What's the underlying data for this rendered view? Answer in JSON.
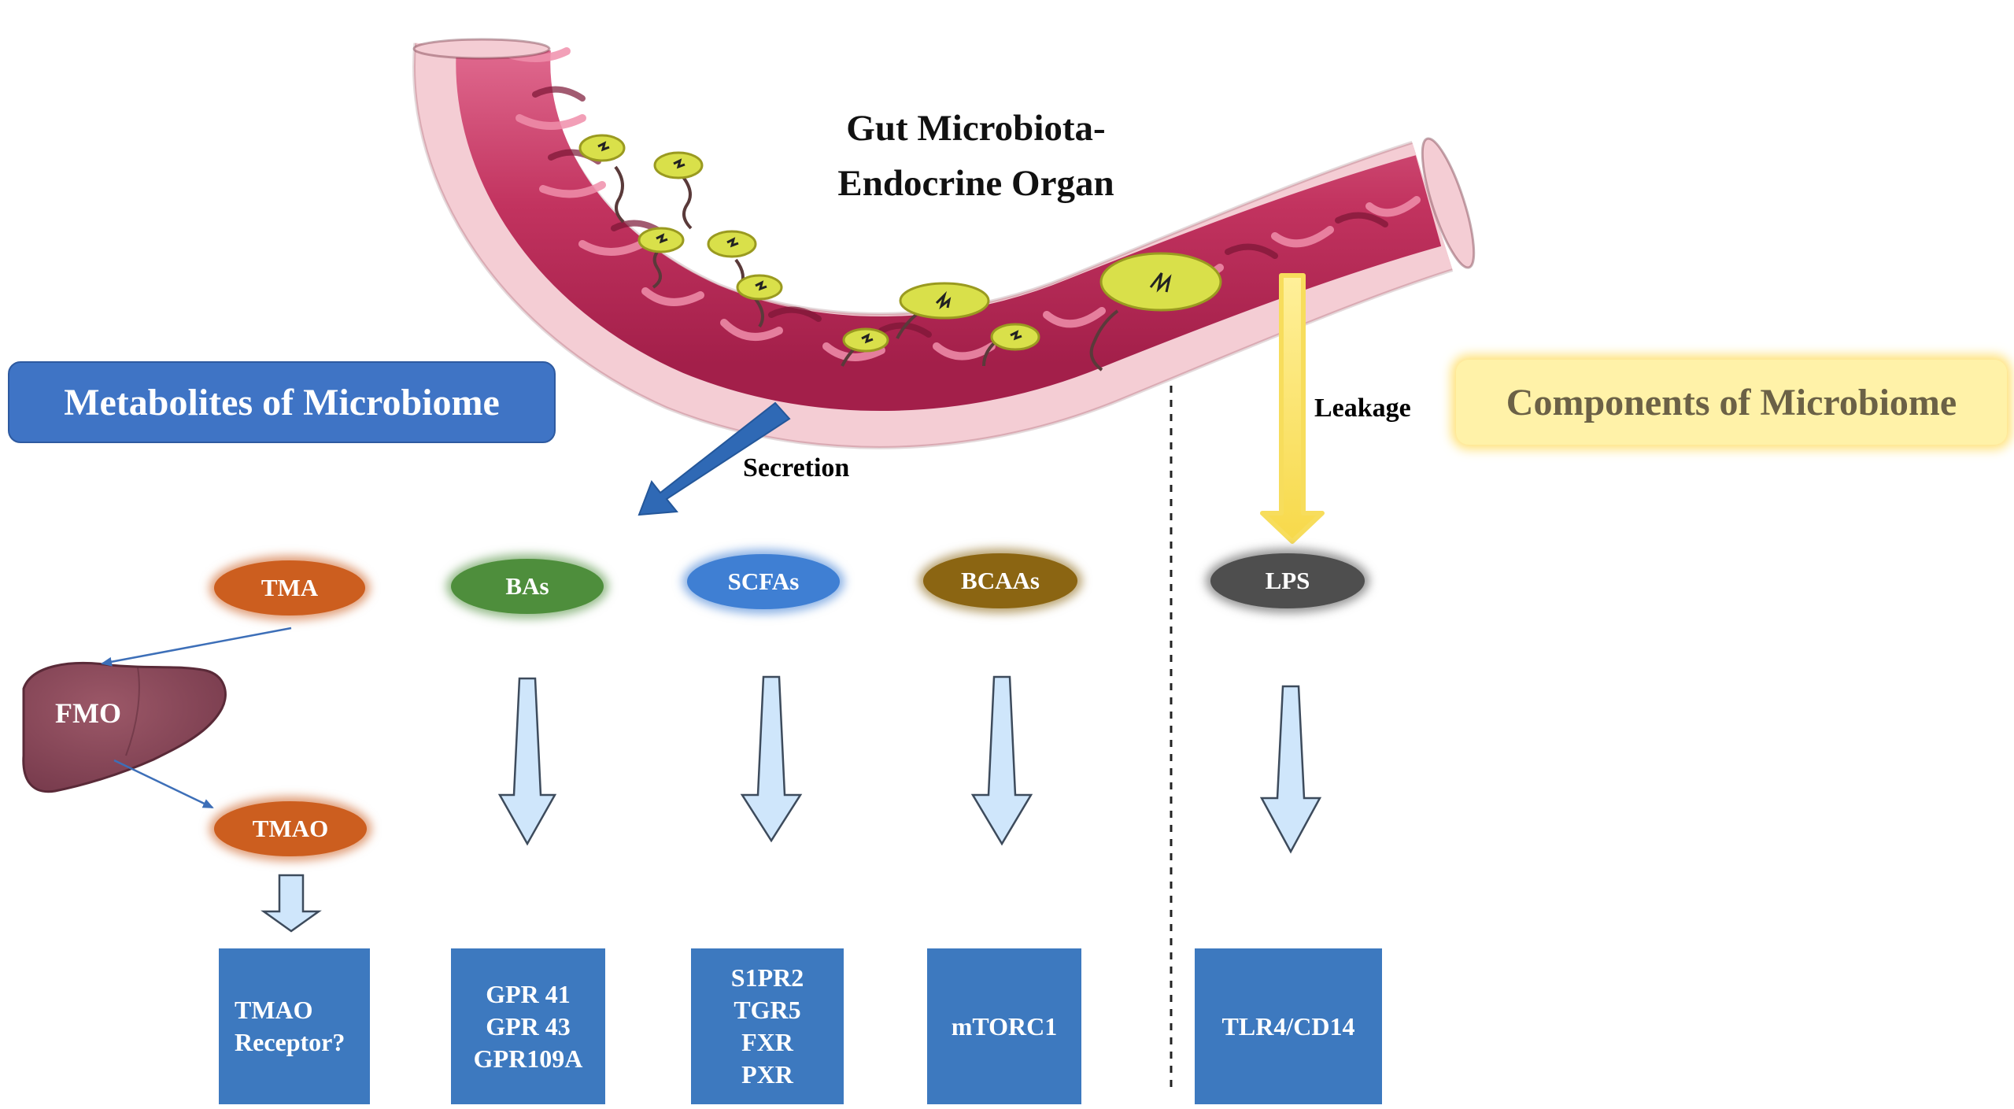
{
  "title_lines": [
    "Gut Microbiota-",
    "Endocrine Organ"
  ],
  "categories": {
    "metabolites": "Metabolites of Microbiome",
    "components": "Components of Microbiome"
  },
  "flow_labels": {
    "secretion": "Secretion",
    "leakage": "Leakage"
  },
  "liver_label": "FMO",
  "molecules": {
    "tma": {
      "label": "TMA",
      "color": "#cc5e1f"
    },
    "tmao": {
      "label": "TMAO",
      "color": "#cc5e1f"
    },
    "bas": {
      "label": "BAs",
      "color": "#4e8e3c"
    },
    "scfas": {
      "label": "SCFAs",
      "color": "#3f7fd3"
    },
    "bcaas": {
      "label": "BCAAs",
      "color": "#8b6512"
    },
    "lps": {
      "label": "LPS",
      "color": "#4e4e4e"
    }
  },
  "receptors": {
    "tmao": [
      "TMAO",
      "Receptor?"
    ],
    "bas": [
      "GPR 41",
      "GPR 43",
      "GPR109A"
    ],
    "scfas": [
      "S1PR2",
      "TGR5",
      "FXR",
      "PXR"
    ],
    "bcaas": [
      "mTORC1"
    ],
    "lps": [
      "TLR4/CD14"
    ]
  },
  "colors": {
    "receptor_box": "#3d79bf",
    "metabolites_box": "#3f74c5",
    "components_box": "#fff2a8",
    "down_arrow_fill": "#cfe6fb",
    "gut_tissue": "#c83a66",
    "gut_outer": "#f2c3cc",
    "bacteria": "#d9e04a",
    "liver": "#8b4a5a"
  }
}
